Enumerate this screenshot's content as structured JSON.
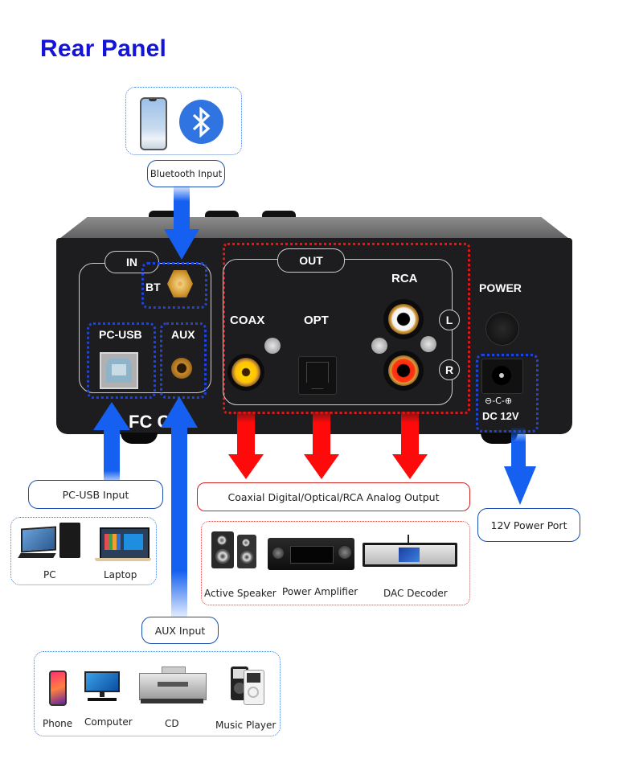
{
  "title": "Rear Panel",
  "colors": {
    "title": "#1414d8",
    "input_blue": "#1560f0",
    "output_red": "#ff0a0a",
    "device_body": "#1d1d1f"
  },
  "bluetooth_source": {
    "devices": [
      {
        "icon": "smartphone-icon"
      },
      {
        "icon": "bluetooth-icon",
        "glyph": "ᛒ"
      }
    ],
    "label": "Bluetooth Input"
  },
  "device_panel": {
    "in_section": {
      "title": "IN",
      "ports": [
        {
          "label": "BT",
          "type": "antenna-connector"
        },
        {
          "label": "PC-USB",
          "type": "usb-b-port"
        },
        {
          "label": "AUX",
          "type": "3.5mm-jack"
        }
      ]
    },
    "out_section": {
      "title": "OUT",
      "ports": [
        {
          "label": "COAX",
          "type": "rca-coaxial"
        },
        {
          "label": "OPT",
          "type": "optical-toslink"
        },
        {
          "label": "RCA",
          "type": "rca-stereo",
          "channels": [
            "L",
            "R"
          ]
        }
      ]
    },
    "power": {
      "label": "POWER",
      "dc_label": "DC 12V",
      "polarity": "⊖-C-⊕"
    },
    "certifications": "FC C€"
  },
  "pc_usb": {
    "label": "PC-USB Input",
    "devices": [
      {
        "name": "PC",
        "icon": "desktop-pc-icon"
      },
      {
        "name": "Laptop",
        "icon": "laptop-icon"
      }
    ]
  },
  "output": {
    "label": "Coaxial Digital/Optical/RCA Analog Output",
    "devices": [
      {
        "name": "Active Speaker",
        "icon": "speaker-icon"
      },
      {
        "name": "Power Amplifier",
        "icon": "amplifier-icon"
      },
      {
        "name": "DAC Decoder",
        "icon": "dac-decoder-icon"
      }
    ]
  },
  "power_port": {
    "label": "12V Power Port"
  },
  "aux": {
    "label": "AUX Input",
    "devices": [
      {
        "name": "Phone",
        "icon": "phone-icon"
      },
      {
        "name": "Computer",
        "icon": "computer-icon"
      },
      {
        "name": "CD",
        "icon": "cd-player-icon"
      },
      {
        "name": "Music Player",
        "icon": "music-player-icon"
      }
    ]
  }
}
